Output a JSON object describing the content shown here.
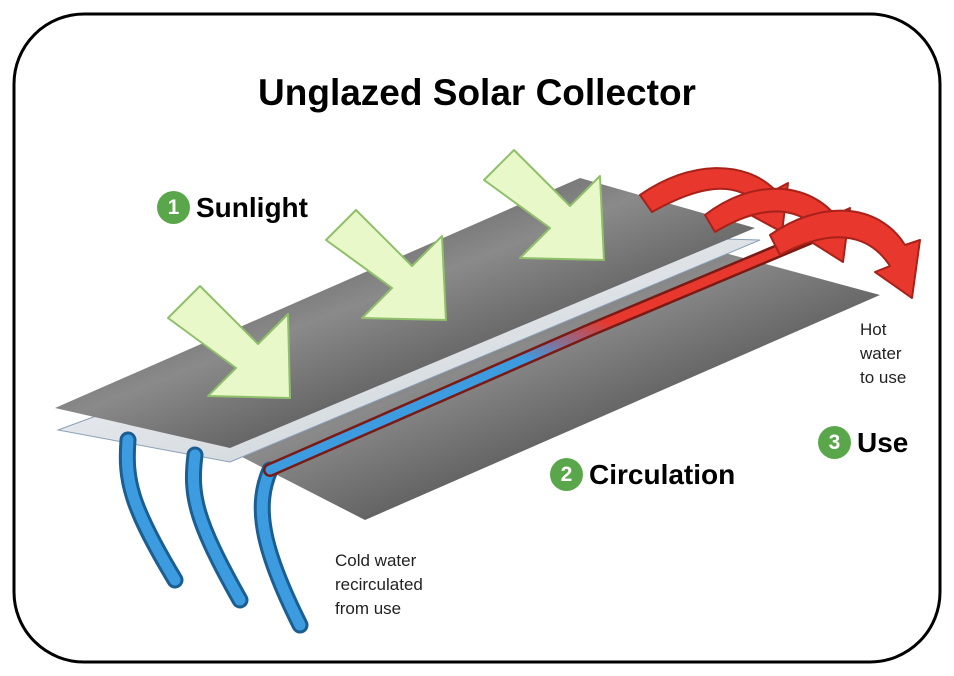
{
  "title": "Unglazed Solar Collector",
  "steps": [
    {
      "number": "1",
      "label": "Sunlight"
    },
    {
      "number": "2",
      "label": "Circulation"
    },
    {
      "number": "3",
      "label": "Use"
    }
  ],
  "notes": {
    "hot": [
      "Hot",
      "water",
      "to use"
    ],
    "cold": [
      "Cold water",
      "recirculated",
      "from use"
    ]
  },
  "colors": {
    "badge": "#5aa64a",
    "sun_arrow": "#e8f8c8",
    "hot_pipe": "#e8372c",
    "cold_pipe": "#3d9be0",
    "panel": "#1a1a1a"
  },
  "icons": [
    "sunlight-arrow-icon",
    "hot-flow-arrow-icon",
    "cold-water-pipe-icon"
  ]
}
